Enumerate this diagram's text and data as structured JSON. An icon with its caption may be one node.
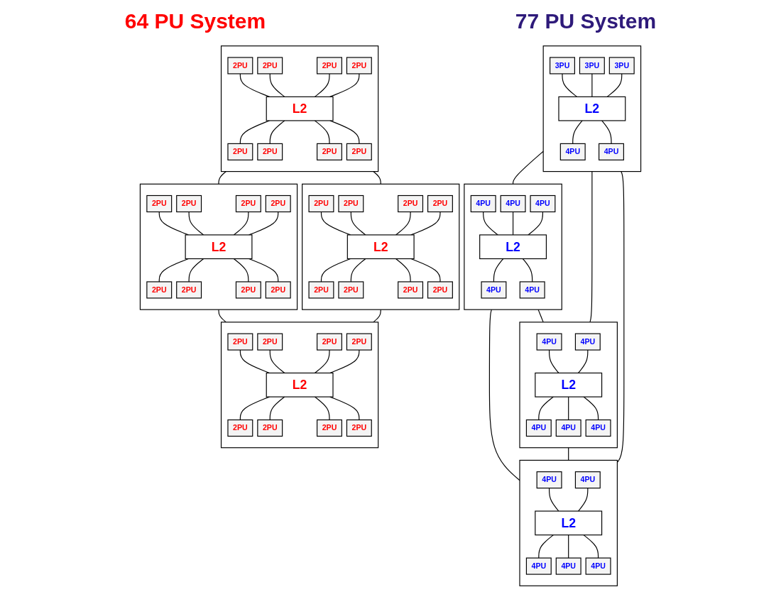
{
  "diagram": {
    "nodes": [
      {
        "text": [],
        "shape": "box"
      },
      {
        "text": [
          "2PU"
        ],
        "in": 0
      },
      {
        "text": [
          "2PU"
        ],
        "in": 0
      },
      {
        "text": [
          "2PU"
        ],
        "in": 0
      },
      {
        "text": [
          "2PU"
        ],
        "in": 0
      },
      {
        "text": [
          "L2"
        ],
        "in": 0
      },
      {
        "text": [
          "2PU"
        ],
        "in": 0
      },
      {
        "text": [
          "2PU"
        ],
        "in": 0
      },
      {
        "text": [
          "2PU"
        ],
        "in": 0
      },
      {
        "text": [
          "2PU"
        ],
        "in": 0
      },
      {
        "text": [],
        "shape": "box"
      },
      {
        "text": [
          "2PU"
        ],
        "in": 10
      },
      {
        "text": [
          "2PU"
        ],
        "in": 10
      },
      {
        "text": [
          "2PU"
        ],
        "in": 10
      },
      {
        "text": [
          "2PU"
        ],
        "in": 10
      },
      {
        "text": [
          "L2"
        ],
        "in": 10
      },
      {
        "text": [
          "2PU"
        ],
        "in": 10
      },
      {
        "text": [
          "2PU"
        ],
        "in": 10
      },
      {
        "text": [
          "2PU"
        ],
        "in": 10
      },
      {
        "text": [
          "2PU"
        ],
        "in": 10
      },
      {
        "text": [],
        "shape": "box"
      },
      {
        "text": [
          "2PU"
        ],
        "in": 20
      },
      {
        "text": [
          "2PU"
        ],
        "in": 20
      },
      {
        "text": [
          "2PU"
        ],
        "in": 20
      },
      {
        "text": [
          "2PU"
        ],
        "in": 20
      },
      {
        "text": [
          "L2"
        ],
        "in": 20
      },
      {
        "text": [
          "2PU"
        ],
        "in": 20
      },
      {
        "text": [
          "2PU"
        ],
        "in": 20
      },
      {
        "text": [
          "2PU"
        ],
        "in": 20
      },
      {
        "text": [
          "2PU"
        ],
        "in": 20
      },
      {
        "text": [],
        "shape": "box"
      },
      {
        "text": [
          "2PU"
        ],
        "in": 30
      },
      {
        "text": [
          "2PU"
        ],
        "in": 30
      },
      {
        "text": [
          "2PU"
        ],
        "in": 30
      },
      {
        "text": [
          "2PU"
        ],
        "in": 30
      },
      {
        "text": [
          "L2"
        ],
        "in": 30
      },
      {
        "text": [
          "2PU"
        ],
        "in": 30
      },
      {
        "text": [
          "2PU"
        ],
        "in": 30
      },
      {
        "text": [
          "2PU"
        ],
        "in": 30
      },
      {
        "text": [
          "2PU"
        ],
        "in": 30
      },
      {
        "text": [],
        "shape": "box"
      },
      {
        "text": [
          "3PU"
        ],
        "in": 40
      },
      {
        "text": [
          "3PU"
        ],
        "in": 40
      },
      {
        "text": [
          "3PU"
        ],
        "in": 40
      },
      {
        "text": [
          "L2"
        ],
        "in": 40
      },
      {
        "text": [
          "4PU"
        ],
        "in": 40
      },
      {
        "text": [
          "4PU"
        ],
        "in": 40
      },
      {
        "text": [],
        "shape": "box"
      },
      {
        "text": [
          "4PU"
        ],
        "in": 47
      },
      {
        "text": [
          "4PU"
        ],
        "in": 47
      },
      {
        "text": [
          "4PU"
        ],
        "in": 47
      },
      {
        "text": [
          "L2"
        ],
        "in": 47
      },
      {
        "text": [
          "4PU"
        ],
        "in": 47
      },
      {
        "text": [
          "4PU"
        ],
        "in": 47
      },
      {
        "text": [],
        "shape": "box"
      },
      {
        "text": [
          "4PU"
        ],
        "in": 54
      },
      {
        "text": [
          "4PU"
        ],
        "in": 54
      },
      {
        "text": [
          "L2"
        ],
        "in": 54
      },
      {
        "text": [
          "4PU"
        ],
        "in": 54
      },
      {
        "text": [
          "4PU"
        ],
        "in": 54
      },
      {
        "text": [
          "4PU"
        ],
        "in": 54
      },
      {
        "text": [],
        "shape": "box"
      },
      {
        "text": [
          "4PU"
        ],
        "in": 61
      },
      {
        "text": [
          "4PU"
        ],
        "in": 61
      },
      {
        "text": [
          "L2"
        ],
        "in": 61
      },
      {
        "text": [
          "4PU"
        ],
        "in": 61
      },
      {
        "text": [
          "4PU"
        ],
        "in": 61
      },
      {
        "text": [
          "4PU"
        ],
        "in": 61
      }
    ],
    "edges": [
      {
        "from": 1,
        "to": 5,
        "arrow": "none"
      },
      {
        "from": 2,
        "to": 5,
        "arrow": "none"
      },
      {
        "from": 3,
        "to": 5,
        "arrow": "none"
      },
      {
        "from": 4,
        "to": 5,
        "arrow": "none"
      },
      {
        "from": 5,
        "to": 6,
        "arrow": "none"
      },
      {
        "from": 5,
        "to": 7,
        "arrow": "none"
      },
      {
        "from": 5,
        "to": 8,
        "arrow": "none"
      },
      {
        "from": 5,
        "to": 9,
        "arrow": "none"
      },
      {
        "from": 11,
        "to": 15,
        "arrow": "none"
      },
      {
        "from": 12,
        "to": 15,
        "arrow": "none"
      },
      {
        "from": 13,
        "to": 15,
        "arrow": "none"
      },
      {
        "from": 14,
        "to": 15,
        "arrow": "none"
      },
      {
        "from": 15,
        "to": 16,
        "arrow": "none"
      },
      {
        "from": 15,
        "to": 17,
        "arrow": "none"
      },
      {
        "from": 15,
        "to": 18,
        "arrow": "none"
      },
      {
        "from": 15,
        "to": 19,
        "arrow": "none"
      },
      {
        "from": 21,
        "to": 25,
        "arrow": "none"
      },
      {
        "from": 22,
        "to": 25,
        "arrow": "none"
      },
      {
        "from": 23,
        "to": 25,
        "arrow": "none"
      },
      {
        "from": 24,
        "to": 25,
        "arrow": "none"
      },
      {
        "from": 25,
        "to": 26,
        "arrow": "none"
      },
      {
        "from": 25,
        "to": 27,
        "arrow": "none"
      },
      {
        "from": 25,
        "to": 28,
        "arrow": "none"
      },
      {
        "from": 25,
        "to": 29,
        "arrow": "none"
      },
      {
        "from": 31,
        "to": 35,
        "arrow": "none"
      },
      {
        "from": 32,
        "to": 35,
        "arrow": "none"
      },
      {
        "from": 33,
        "to": 35,
        "arrow": "none"
      },
      {
        "from": 34,
        "to": 35,
        "arrow": "none"
      },
      {
        "from": 35,
        "to": 36,
        "arrow": "none"
      },
      {
        "from": 35,
        "to": 37,
        "arrow": "none"
      },
      {
        "from": 35,
        "to": 38,
        "arrow": "none"
      },
      {
        "from": 35,
        "to": 39,
        "arrow": "none"
      },
      {
        "from": 0,
        "to": 10,
        "arrow": "none"
      },
      {
        "from": 0,
        "to": 20,
        "arrow": "none"
      },
      {
        "from": 10,
        "to": 30,
        "arrow": "none"
      },
      {
        "from": 20,
        "to": 30,
        "arrow": "none"
      },
      {
        "from": 41,
        "to": 44,
        "arrow": "none"
      },
      {
        "from": 42,
        "to": 44,
        "arrow": "none"
      },
      {
        "from": 43,
        "to": 44,
        "arrow": "none"
      },
      {
        "from": 44,
        "to": 45,
        "arrow": "none"
      },
      {
        "from": 44,
        "to": 46,
        "arrow": "none"
      },
      {
        "from": 48,
        "to": 51,
        "arrow": "none"
      },
      {
        "from": 49,
        "to": 51,
        "arrow": "none"
      },
      {
        "from": 50,
        "to": 51,
        "arrow": "none"
      },
      {
        "from": 51,
        "to": 52,
        "arrow": "none"
      },
      {
        "from": 51,
        "to": 53,
        "arrow": "none"
      },
      {
        "from": 55,
        "to": 57,
        "arrow": "none"
      },
      {
        "from": 56,
        "to": 57,
        "arrow": "none"
      },
      {
        "from": 57,
        "to": 58,
        "arrow": "none"
      },
      {
        "from": 57,
        "to": 59,
        "arrow": "none"
      },
      {
        "from": 57,
        "to": 60,
        "arrow": "none"
      },
      {
        "from": 62,
        "to": 64,
        "arrow": "none"
      },
      {
        "from": 63,
        "to": 64,
        "arrow": "none"
      },
      {
        "from": 64,
        "to": 65,
        "arrow": "none"
      },
      {
        "from": 64,
        "to": 66,
        "arrow": "none"
      },
      {
        "from": 64,
        "to": 67,
        "arrow": "none"
      },
      {
        "from": 40,
        "to": 47,
        "arrow": "none"
      },
      {
        "from": 40,
        "to": 54,
        "arrow": "none"
      },
      {
        "from": 47,
        "to": 61,
        "arrow": "none"
      },
      {
        "from": 54,
        "to": 61,
        "arrow": "none"
      },
      {
        "from": 40,
        "to": 61,
        "arrow": "none"
      },
      {
        "from": 47,
        "to": 54,
        "arrow": "none"
      }
    ],
    "labels": [
      "64 PU System",
      "77 PU System"
    ]
  }
}
